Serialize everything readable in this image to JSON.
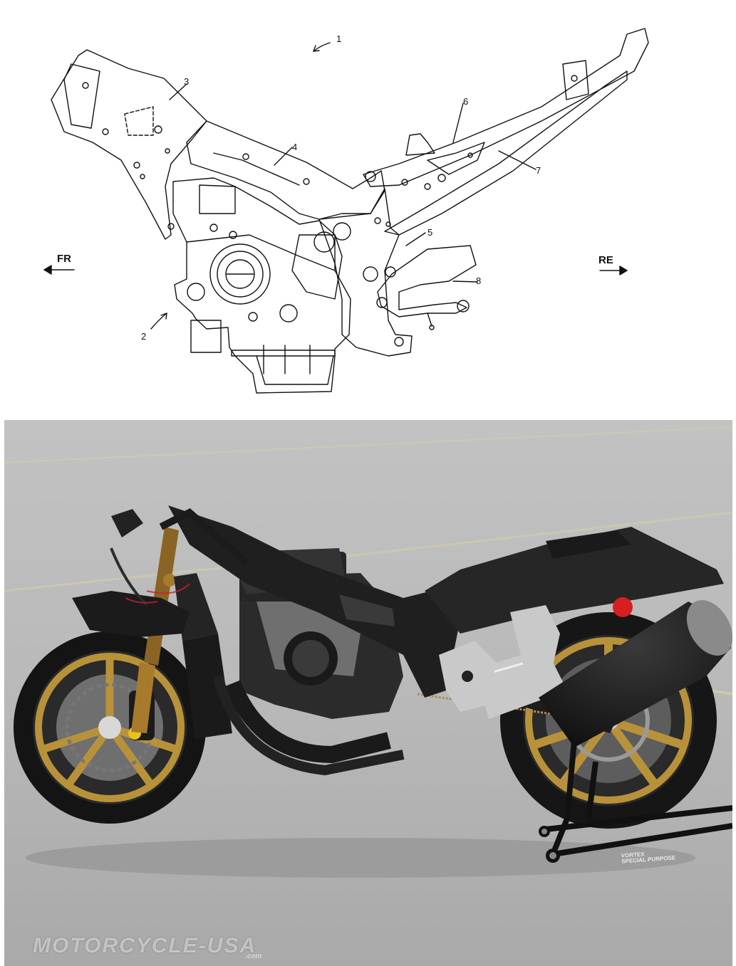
{
  "diagram": {
    "callouts": [
      "1",
      "2",
      "3",
      "4",
      "5",
      "6",
      "7",
      "8"
    ],
    "front_label": "FR",
    "rear_label": "RE"
  },
  "photo": {
    "watermark": "MOTORCYCLE-USA",
    "watermark_sub": ".com",
    "stand_brand": "VORTEX\nSPECIAL PURPOSE",
    "colors": {
      "pavement": "#bcbcbc",
      "frame": "#1e1e1e",
      "wheel_gold": "#b8923a",
      "fork_gold": "#a87b2c",
      "chrome": "#c9c9c9",
      "tail_light": "#d81e1e"
    }
  }
}
